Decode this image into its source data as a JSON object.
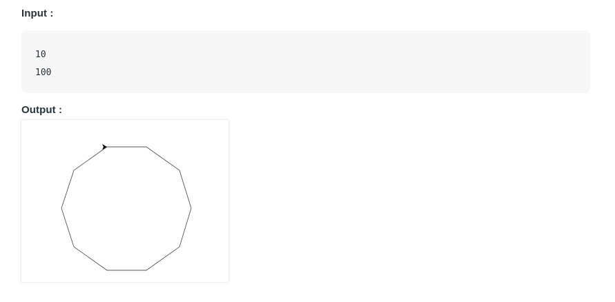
{
  "input": {
    "title": "Input :",
    "lines": [
      "10",
      "100"
    ]
  },
  "output": {
    "title": "Output :",
    "turtle_drawing": {
      "shape": "decagon",
      "sides": 10,
      "side_length": 100,
      "stroke_color": "#555555",
      "cursor_icon": "turtle-arrow-icon"
    }
  },
  "colors": {
    "code_background": "#f7f7f7",
    "title_text": "#273239"
  }
}
